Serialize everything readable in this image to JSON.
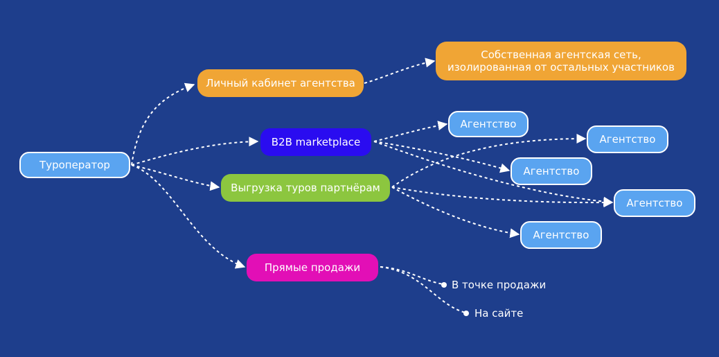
{
  "nodes": {
    "root": "Туроператор",
    "agency_cabinet": "Личный кабинет агентства",
    "own_network_line1": "Собственная агентская сеть,",
    "own_network_line2": "изолированная от остальных участников",
    "b2b": "B2B marketplace",
    "export": "Выгрузка туров партнёрам",
    "direct_sales": "Прямые продажи",
    "agency_1": "Агентство",
    "agency_2": "Агентство",
    "agency_3": "Агентство",
    "agency_4": "Агентство",
    "agency_5": "Агентство"
  },
  "leaves": {
    "point_of_sale": "В точке продажи",
    "website": "На сайте"
  },
  "colors": {
    "background": "#1e3e8c",
    "connector": "#ffffff",
    "root_node": "#5aa4f0",
    "agency_cabinet": "#f0a535",
    "b2b": "#2a0cf0",
    "export": "#8cc63f",
    "direct_sales": "#e20fb6",
    "agency": "#5aa4f0"
  }
}
